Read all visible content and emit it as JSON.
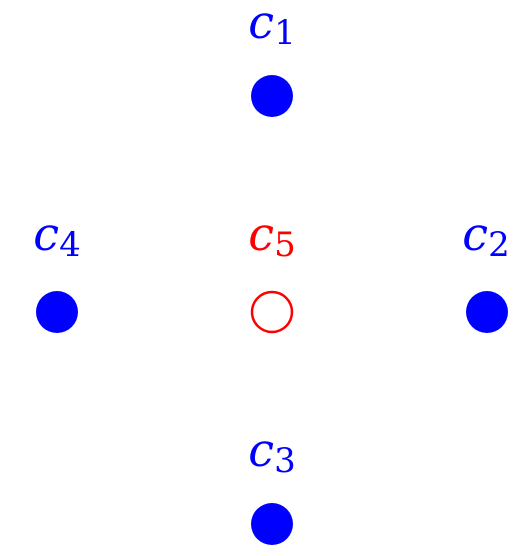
{
  "colors": {
    "filled": "#0000ff",
    "highlight": "#ff0000",
    "background": "#ffffff"
  },
  "nodes": [
    {
      "id": "c1",
      "var": "c",
      "sub": "1",
      "style": "filled"
    },
    {
      "id": "c2",
      "var": "c",
      "sub": "2",
      "style": "filled"
    },
    {
      "id": "c3",
      "var": "c",
      "sub": "3",
      "style": "filled"
    },
    {
      "id": "c4",
      "var": "c",
      "sub": "4",
      "style": "filled"
    },
    {
      "id": "c5",
      "var": "c",
      "sub": "5",
      "style": "hollow"
    }
  ]
}
